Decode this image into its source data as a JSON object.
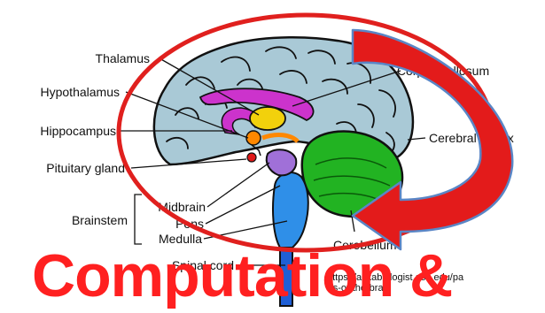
{
  "labels": {
    "thalamus": "Thalamus",
    "hypothalamus": "Hypothalamus",
    "hippocampus": "Hippocampus",
    "pituitary": "Pituitary gland",
    "brainstem": "Brainstem",
    "midbrain": "Midbrain",
    "pons": "Pons",
    "medulla": "Medulla",
    "spinal_cord": "Spinal cord",
    "corpus_callosum": "Corpus callosum",
    "cerebral_cortex": "Cerebral cortex",
    "cerebellum": "Cerebellum"
  },
  "credit": {
    "line1": "https://askabiologist.asu.edu/pa",
    "line2": "rts-of-the-brain"
  },
  "overlay_title": "Computation &",
  "colors": {
    "cortex": "#a9c9d6",
    "cerebellum": "#22b322",
    "corpus_callosum": "#cc33cc",
    "thalamus": "#f2d10c",
    "hypothalamus": "#ff8800",
    "pituitary": "#e01818",
    "midbrain": "#a070d8",
    "brainstem": "#2f8fe8",
    "spinal_cord": "#1f5fd6",
    "annotation_red": "#e0201e",
    "title_red": "#ff2020"
  }
}
